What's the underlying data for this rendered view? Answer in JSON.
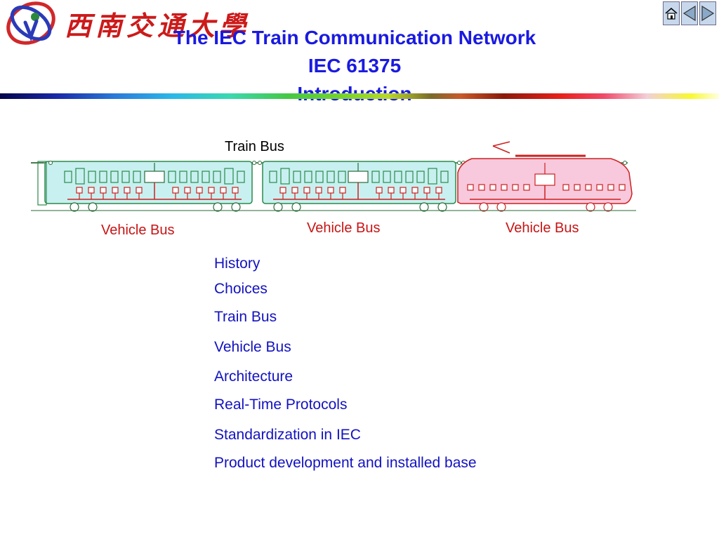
{
  "header": {
    "university_name": "西南交通大學",
    "title_lines": [
      "The IEC Train Communication Network",
      "IEC 61375",
      "Introduction"
    ]
  },
  "nav": {
    "home_icon": "home-icon",
    "prev_icon": "triangle-left-icon",
    "next_icon": "triangle-right-icon"
  },
  "diagram": {
    "train_bus_label": "Train Bus",
    "vehicle_bus_labels": [
      "Vehicle Bus",
      "Vehicle Bus",
      "Vehicle Bus"
    ],
    "colors": {
      "car_fill": "#c8f0f0",
      "car_outline": "#2a8a4a",
      "locomotive_fill": "#f8c8dc",
      "bus_line": "#cc2020"
    }
  },
  "outline": {
    "items": [
      "History",
      "Choices",
      "Train Bus",
      "Vehicle Bus",
      "Architecture",
      "Real-Time Protocols",
      "Standardization in IEC",
      "Product development and installed base"
    ]
  },
  "colors": {
    "title": "#1a1ae0",
    "outline_text": "#1212c0",
    "vehicle_bus_label": "#c81414"
  }
}
